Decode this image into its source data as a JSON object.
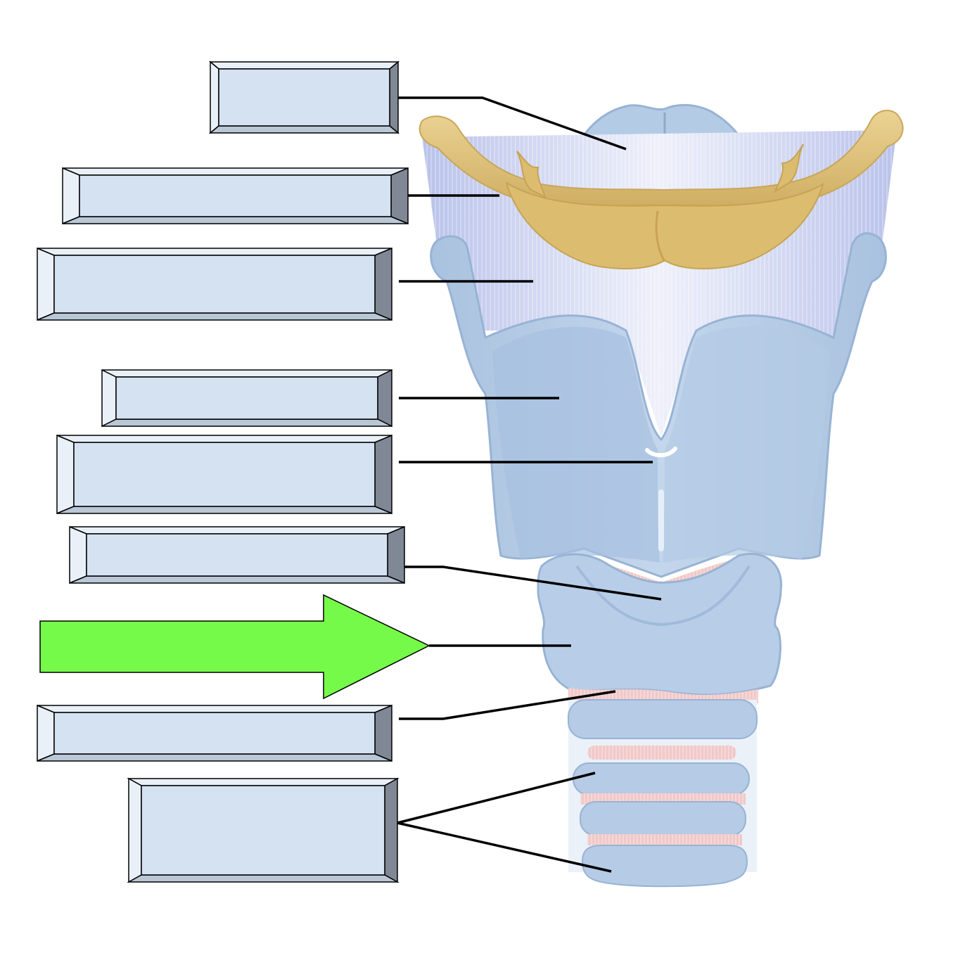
{
  "diagram": {
    "subject": "larynx-anterior-view",
    "colors": {
      "box_face": "#d5e2f2",
      "box_bevel_light": "#e9f0f8",
      "box_bevel_mid": "#b9c7d6",
      "box_bevel_dark": "#7f8894",
      "arrow": "#76fa4a",
      "cartilage": "#b6cde6",
      "cartilage_shade": "#9fb9d6",
      "hyoid": "#e1c37b",
      "hyoid_shade": "#c9a659",
      "membrane": "#c9d3ee",
      "ligament": "#f3cdcd",
      "leader_line": "#000000"
    },
    "labels": [
      {
        "id": "epiglottis",
        "text": ""
      },
      {
        "id": "hyoid-bone",
        "text": ""
      },
      {
        "id": "thyrohyoid-membrane",
        "text": ""
      },
      {
        "id": "thyroid-cartilage",
        "text": ""
      },
      {
        "id": "laryngeal-prominence",
        "text": ""
      },
      {
        "id": "cricothyroid-ligament",
        "text": ""
      },
      {
        "id": "cricoid-cartilage",
        "text": ""
      },
      {
        "id": "cricotracheal-ligament",
        "text": ""
      },
      {
        "id": "tracheal-cartilages",
        "text": ""
      }
    ],
    "highlighted_label": "cricoid-cartilage"
  }
}
